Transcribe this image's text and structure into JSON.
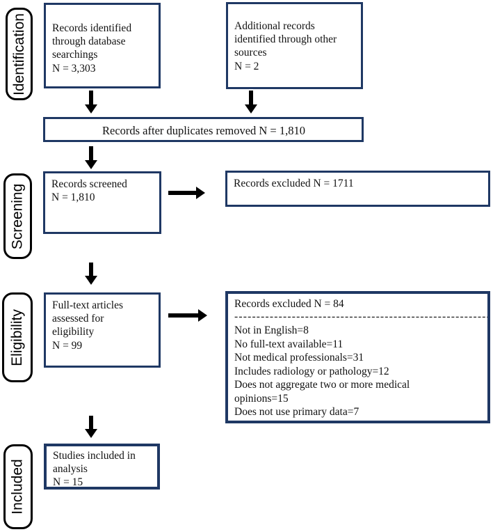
{
  "stages": [
    {
      "label": "Identification"
    },
    {
      "label": "Screening"
    },
    {
      "label": "Eligibility"
    },
    {
      "label": "Included"
    }
  ],
  "boxes": {
    "records_identified": {
      "text": "Records identified\nthrough database\nsearchings\nN = 3,303"
    },
    "additional_records": {
      "text": "Additional records\nidentified through other\nsources\nN = 2"
    },
    "after_duplicates": {
      "text": "Records after duplicates removed N = 1,810"
    },
    "records_screened": {
      "text": "Records screened\nN = 1,810"
    },
    "records_excluded_screening": {
      "text": "Records excluded N = 1711"
    },
    "fulltext_assessed": {
      "text": "Full-text articles\nassessed for\neligibility\nN = 99"
    },
    "records_excluded_eligibility": {
      "title": "Records excluded N = 84",
      "separator": "-----------------------------------------------------------------------",
      "reasons": [
        "Not in English=8",
        "No full-text available=11",
        "Not medical professionals=31",
        "Includes radiology or pathology=12",
        "Does not aggregate two or more medical\nopinions=15",
        "Does not use primary data=7"
      ]
    },
    "studies_included": {
      "text": "Studies included in\nanalysis\nN = 15"
    }
  },
  "colors": {
    "box_border": "#1f3864",
    "stage_border": "#000000",
    "arrow": "#000000",
    "text": "#111111",
    "background": "#ffffff"
  }
}
